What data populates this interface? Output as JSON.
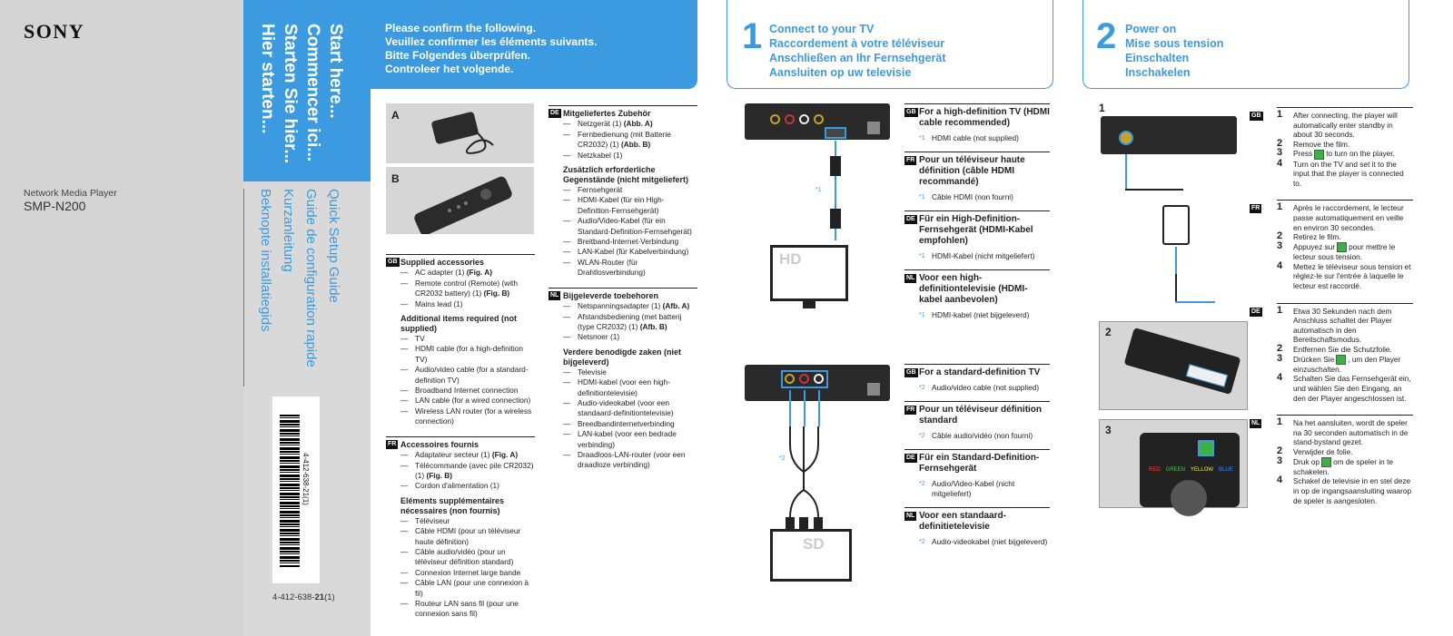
{
  "brand": "SONY",
  "product": {
    "type": "Network Media Player",
    "model": "SMP-N200"
  },
  "titles": [
    "Start here...",
    "Commencer ici...",
    "Starten Sie hier...",
    "Hier starten..."
  ],
  "subtitles": [
    "Quick Setup Guide",
    "Guide de configuration rapide",
    "Kurzanleitung",
    "Beknopte installatiegids"
  ],
  "barcode_digits": "4-412-638-21(1)",
  "part_number": {
    "prefix": "4-412-638-",
    "bold": "21",
    "suffix": "(1)"
  },
  "confirm": [
    "Please confirm the following.",
    "Veuillez confirmer les éléments suivants.",
    "Bitte Folgendes überprüfen.",
    "Controleer het volgende."
  ],
  "figures": [
    "A",
    "B"
  ],
  "accessories": [
    {
      "lang": "GB",
      "supplied_title": "Supplied accessories",
      "supplied": [
        {
          "text": "AC adapter (1) ",
          "bold": "(Fig. A)"
        },
        {
          "text": "Remote control (Remote) (with CR2032 battery) (1) ",
          "bold": "(Fig. B)"
        },
        {
          "text": "Mains lead (1)",
          "bold": ""
        }
      ],
      "required_title": "Additional items required (not supplied)",
      "required": [
        "TV",
        "HDMI cable (for a high-definition TV)",
        "Audio/video cable (for a standard-definition TV)",
        "Broadband Internet connection",
        "LAN cable (for a wired connection)",
        "Wireless LAN router (for a wireless connection)"
      ]
    },
    {
      "lang": "FR",
      "supplied_title": "Accessoires fournis",
      "supplied": [
        {
          "text": "Adaptateur secteur (1) ",
          "bold": "(Fig. A)"
        },
        {
          "text": "Télécommande (avec pile CR2032) (1) ",
          "bold": "(Fig. B)"
        },
        {
          "text": "Cordon d'alimentation (1)",
          "bold": ""
        }
      ],
      "required_title": "Eléments supplémentaires nécessaires (non fournis)",
      "required": [
        "Téléviseur",
        "Câble HDMI (pour un téléviseur haute définition)",
        "Câble audio/vidéo (pour un téléviseur définition standard)",
        "Connexion Internet large bande",
        "Câble LAN (pour une connexion à fil)",
        "Routeur LAN sans fil (pour une connexion sans fil)"
      ]
    },
    {
      "lang": "DE",
      "supplied_title": "Mitgeliefertes Zubehör",
      "supplied": [
        {
          "text": "Netzgerät (1) ",
          "bold": "(Abb. A)"
        },
        {
          "text": "Fernbedienung (mit Batterie CR2032) (1) ",
          "bold": "(Abb. B)"
        },
        {
          "text": "Netzkabel (1)",
          "bold": ""
        }
      ],
      "required_title": "Zusätzlich erforderliche Gegenstände (nicht mitgeliefert)",
      "required": [
        "Fernsehgerät",
        "HDMI-Kabel (für ein High-Definition-Fernsehgerät)",
        "Audio/Video-Kabel (für ein Standard-Definition-Fernsehgerät)",
        "Breitband-Internet-Verbindung",
        "LAN-Kabel (für Kabelverbindung)",
        "WLAN-Router (für Drahtlosverbindung)"
      ]
    },
    {
      "lang": "NL",
      "supplied_title": "Bijgeleverde toebehoren",
      "supplied": [
        {
          "text": "Netspanningsadapter (1) ",
          "bold": "(Afb. A)"
        },
        {
          "text": "Afstandsbediening (met batterij (type CR2032) (1) ",
          "bold": "(Afb. B)"
        },
        {
          "text": "Netsnoer (1)",
          "bold": ""
        }
      ],
      "required_title": "Verdere benodigde zaken (niet bijgeleverd)",
      "required": [
        "Televisie",
        "HDMI-kabel (voor een high-definitiontelevisie)",
        "Audio-videokabel (voor een standaard-definitiontelevisie)",
        "Breedbandinternetverbinding",
        "LAN-kabel (voor een bedrade verbinding)",
        "Draadloos-LAN-router (voor een draadloze verbinding)"
      ]
    }
  ],
  "step1": {
    "number": "1",
    "titles": [
      "Connect to your TV",
      "Raccordement à votre téléviseur",
      "Anschließen an Ihr Fernsehgerät",
      "Aansluiten op uw televisie"
    ],
    "hd_label": "HD",
    "sd_label": "SD",
    "mark1": "*1",
    "mark2": "*2",
    "hd": [
      {
        "lang": "GB",
        "title": "For a high-definition TV (HDMI cable recommended)",
        "note": "HDMI cable (not supplied)"
      },
      {
        "lang": "FR",
        "title": "Pour un téléviseur haute définition (câble HDMI recommandé)",
        "note": "Câble HDMI (non fourni)"
      },
      {
        "lang": "DE",
        "title": "Für ein High-Definition-Fernsehgerät (HDMI-Kabel empfohlen)",
        "note": "HDMI-Kabel (nicht mitgeliefert)"
      },
      {
        "lang": "NL",
        "title": "Voor een high-definitiontelevisie (HDMI-kabel aanbevolen)",
        "note": "HDMI-kabel (niet bijgeleverd)"
      }
    ],
    "sd": [
      {
        "lang": "GB",
        "title": "For a standard-definition TV",
        "note": "Audio/video cable (not supplied)"
      },
      {
        "lang": "FR",
        "title": "Pour un téléviseur définition standard",
        "note": "Câble audio/vidéo (non fourni)"
      },
      {
        "lang": "DE",
        "title": "Für ein Standard-Definition-Fernsehgerät",
        "note": "Audio/Video-Kabel (nicht mitgeliefert)"
      },
      {
        "lang": "NL",
        "title": "Voor een standaard-definitietelevisie",
        "note": "Audio-videokabel (niet bijgeleverd)"
      }
    ]
  },
  "step2": {
    "number": "2",
    "titles": [
      "Power on",
      "Mise sous tension",
      "Einschalten",
      "Inschakelen"
    ],
    "diagram_labels": [
      "1",
      "2",
      "3"
    ],
    "remote_buttons": [
      "RED",
      "GREEN",
      "YELLOW",
      "BLUE"
    ],
    "langs": [
      {
        "lang": "GB",
        "steps": [
          {
            "n": "1",
            "before": "After connecting, the player will automatically enter standby in about 30 seconds.",
            "after": ""
          },
          {
            "n": "2",
            "before": "Remove the film.",
            "after": ""
          },
          {
            "n": "3",
            "before": "Press",
            "after": "to turn on the player.",
            "btn": true
          },
          {
            "n": "4",
            "before": "Turn on the TV and set it to the input that the player is connected to.",
            "after": ""
          }
        ]
      },
      {
        "lang": "FR",
        "steps": [
          {
            "n": "1",
            "before": "Après le raccordement, le lecteur passe automatiquement en veille en environ 30 secondes.",
            "after": ""
          },
          {
            "n": "2",
            "before": "Retirez le film.",
            "after": ""
          },
          {
            "n": "3",
            "before": "Appuyez sur",
            "after": "pour mettre le lecteur sous tension.",
            "btn": true
          },
          {
            "n": "4",
            "before": "Mettez le téléviseur sous tension et réglez-le sur l'entrée à laquelle le lecteur est raccordé.",
            "after": ""
          }
        ]
      },
      {
        "lang": "DE",
        "steps": [
          {
            "n": "1",
            "before": "Etwa 30 Sekunden nach dem Anschluss schaltet der Player automatisch in den Bereitschaftsmodus.",
            "after": ""
          },
          {
            "n": "2",
            "before": "Entfernen Sie die Schutzfolie.",
            "after": ""
          },
          {
            "n": "3",
            "before": "Drücken Sie",
            "after": ", um den Player einzuschalten.",
            "btn": true
          },
          {
            "n": "4",
            "before": "Schalten Sie das Fernsehgerät ein, und wählen Sie den Eingang, an den der Player angeschlossen ist.",
            "after": ""
          }
        ]
      },
      {
        "lang": "NL",
        "steps": [
          {
            "n": "1",
            "before": "Na het aansluiten, wordt de speler na 30 seconden automatisch in de stand-bystand gezet.",
            "after": ""
          },
          {
            "n": "2",
            "before": "Verwijder de folie.",
            "after": ""
          },
          {
            "n": "3",
            "before": "Druk op",
            "after": "om de speler in te schakelen.",
            "btn": true
          },
          {
            "n": "4",
            "before": "Schakel de televisie in en stel deze in op de ingangsaansluiting waarop de speler is aangesloten.",
            "after": ""
          }
        ]
      }
    ]
  }
}
